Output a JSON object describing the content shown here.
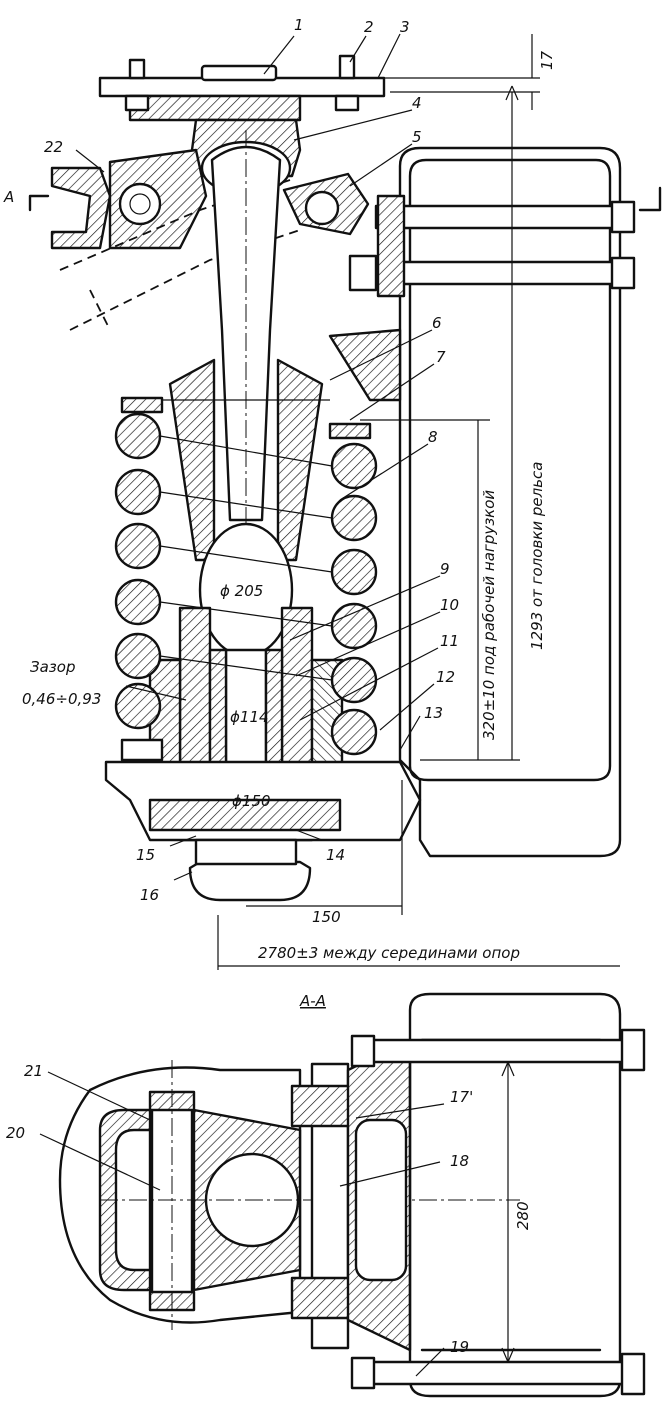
{
  "callouts": {
    "n1": "1",
    "n2": "2",
    "n3": "3",
    "n4": "4",
    "n5": "5",
    "n6": "6",
    "n7": "7",
    "n8": "8",
    "n9": "9",
    "n10": "10",
    "n11": "11",
    "n12": "12",
    "n13": "13",
    "n14": "14",
    "n15": "15",
    "n16": "16",
    "n17": "17'",
    "n18": "18",
    "n19": "19",
    "n20": "20",
    "n21": "21",
    "n22": "22"
  },
  "section": {
    "marker_left": "A",
    "title": "A-A"
  },
  "dimensions": {
    "d_17": "17",
    "rail_height": "1293 от головки рельса",
    "working_load": "320±10 под рабочей нагрузкой",
    "dia_205": "ϕ 205",
    "dia_114": "ϕ114",
    "dia_150": "ϕ150",
    "gap_label": "Зазор",
    "gap_value": "0,46÷0,93",
    "d_150": "150",
    "between_supports": "2780±3 между серединами опор",
    "d_280": "280"
  }
}
